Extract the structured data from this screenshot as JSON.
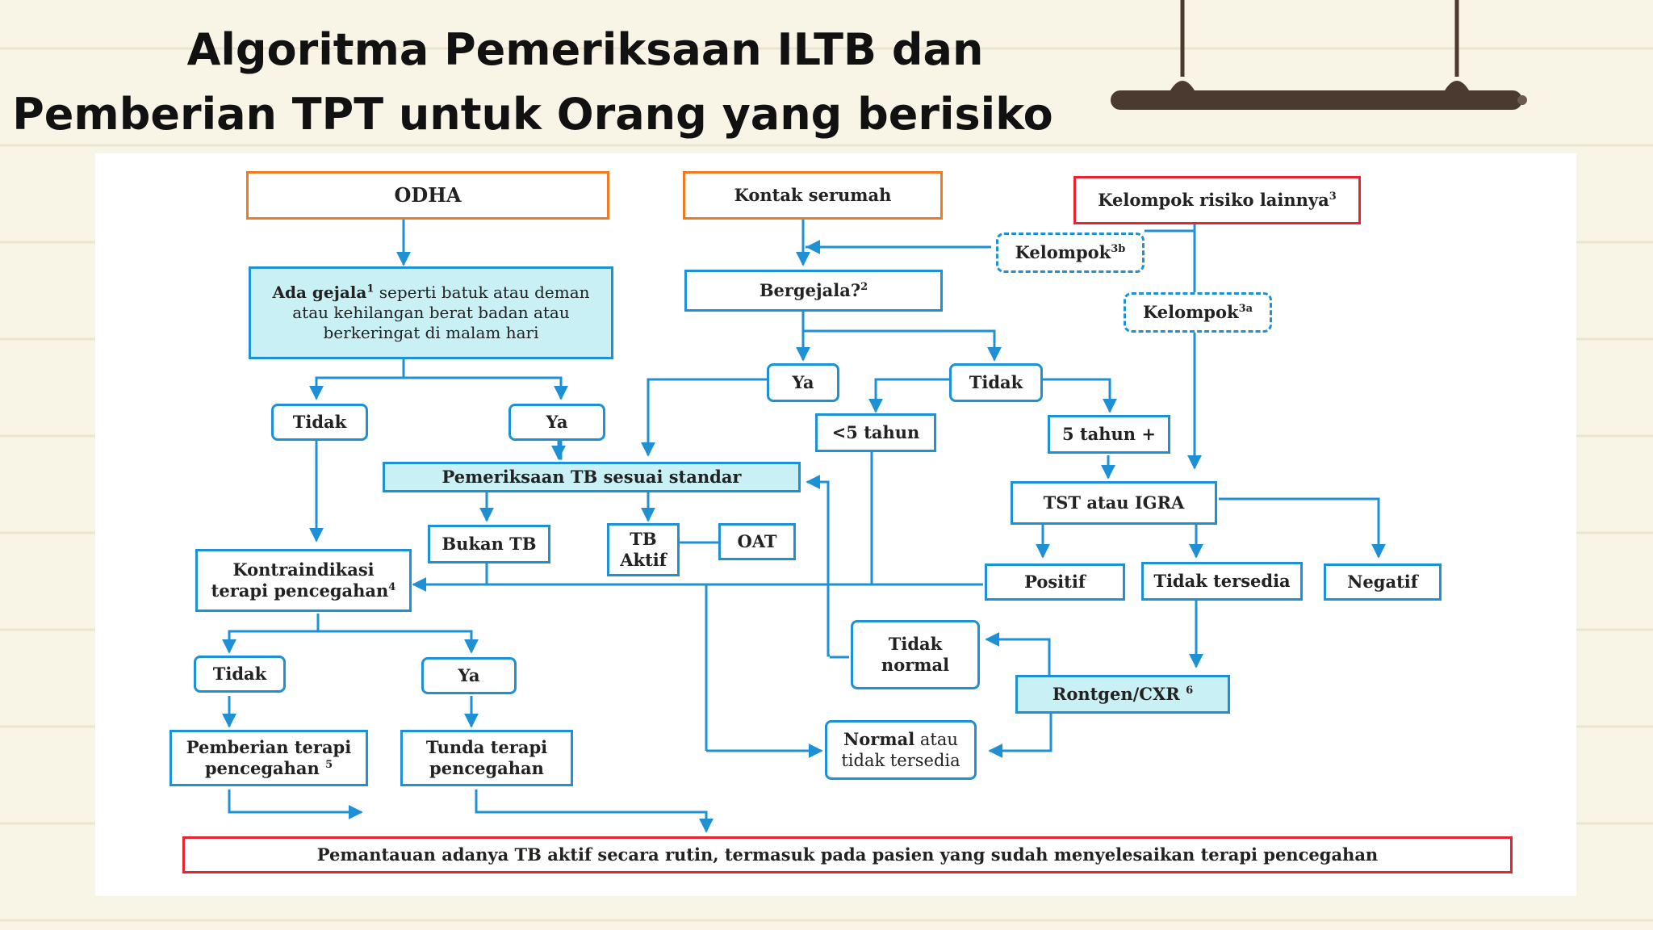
{
  "title": {
    "line1": "Algoritma Pemeriksaan ILTB dan",
    "line2": "Pemberian TPT untuk Orang yang berisiko"
  },
  "nodes": {
    "odha": "ODHA",
    "kontak": "Kontak serumah",
    "kelompok_risiko": "Kelompok risiko lainnya",
    "kelompok_risiko_sup": "3",
    "kelompok_3b": "Kelompok",
    "kelompok_3b_sup": "3b",
    "kelompok_3a": "Kelompok",
    "kelompok_3a_sup": "3a",
    "gejala_bold": "Ada gejala",
    "gejala_sup": "1",
    "gejala_rest1": " seperti batuk atau deman",
    "gejala_rest2": "atau kehilangan berat badan atau",
    "gejala_rest3": "berkeringat di malam hari",
    "bergejala": "Bergejala?",
    "bergejala_sup": "2",
    "ya_kontak": "Ya",
    "tidak_kontak": "Tidak",
    "tidak_odha": "Tidak",
    "ya_odha": "Ya",
    "kurang5": "<5 tahun",
    "lima_plus": "5 tahun +",
    "pemeriksaan_tb": "Pemeriksaan TB sesuai standar",
    "tst": "TST atau IGRA",
    "bukan_tb": "Bukan TB",
    "tb_aktif_1": "TB",
    "tb_aktif_2": "Aktif",
    "oat": "OAT",
    "kontra_1": "Kontraindikasi",
    "kontra_2": "terapi pencegahan",
    "kontra_sup": "4",
    "positif": "Positif",
    "tidak_tersedia": "Tidak tersedia",
    "negatif": "Negatif",
    "tidak_normal_1": "Tidak",
    "tidak_normal_2": "normal",
    "tidak_kontra": "Tidak",
    "ya_kontra": "Ya",
    "rontgen": "Rontgen/CXR",
    "rontgen_sup": "6",
    "pemberian_1": "Pemberian terapi",
    "pemberian_2": "pencegahan",
    "pemberian_sup": "5",
    "tunda_1": "Tunda terapi",
    "tunda_2": "pencegahan",
    "normal_1": "Normal",
    "normal_1b": " atau",
    "normal_2": "tidak tersedia",
    "pemantauan": "Pemantauan adanya TB aktif secara rutin, termasuk pada pasien yang sudah menyelesaikan terapi pencegahan"
  },
  "colors": {
    "background": "#f8f4e6",
    "line_blue": "#1e90d6",
    "box_cyan": "#c8f0f5",
    "border_orange": "#f07a22",
    "border_red": "#e8222e",
    "lamp": "#4a3a30"
  }
}
